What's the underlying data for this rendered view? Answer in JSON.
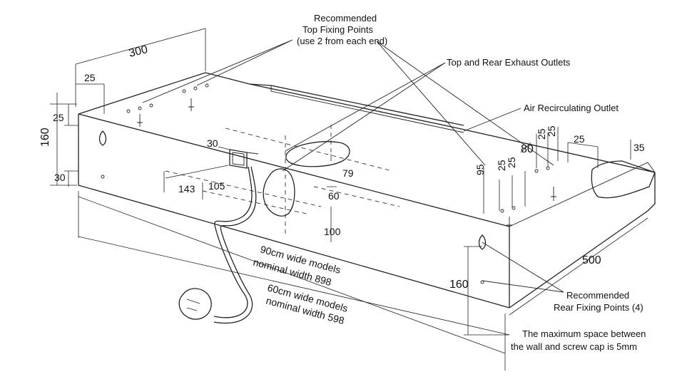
{
  "labels": {
    "top_fixing_1": "Recommended",
    "top_fixing_2": "Top Fixing Points",
    "top_fixing_3": "(use 2 from each end)",
    "exhaust": "Top and Rear Exhaust Outlets",
    "recirc": "Air Recirculating Outlet",
    "rear_fixing_1": "Recommended",
    "rear_fixing_2": "Rear Fixing Points (4)",
    "note_1": "The maximum space between",
    "note_2": "the wall and screw cap is 5mm",
    "w90_1": "90cm wide models",
    "w90_2": "nominal width 898",
    "w60_1": "60cm wide models",
    "w60_2": "nominal width 598"
  },
  "dimensions": {
    "depth_top": "300",
    "left_offset": "25",
    "left_top": "25",
    "height": "160",
    "left_bottom": "30",
    "center_30": "30",
    "d143": "143",
    "d105": "105",
    "d79": "79",
    "d60": "60",
    "d100": "100",
    "d95": "95",
    "d25a": "25",
    "d25b": "25",
    "d80": "80",
    "d25c": "25",
    "d25d": "25",
    "d25e": "25",
    "d35": "35",
    "depth_bottom": "500",
    "right_160": "160"
  }
}
